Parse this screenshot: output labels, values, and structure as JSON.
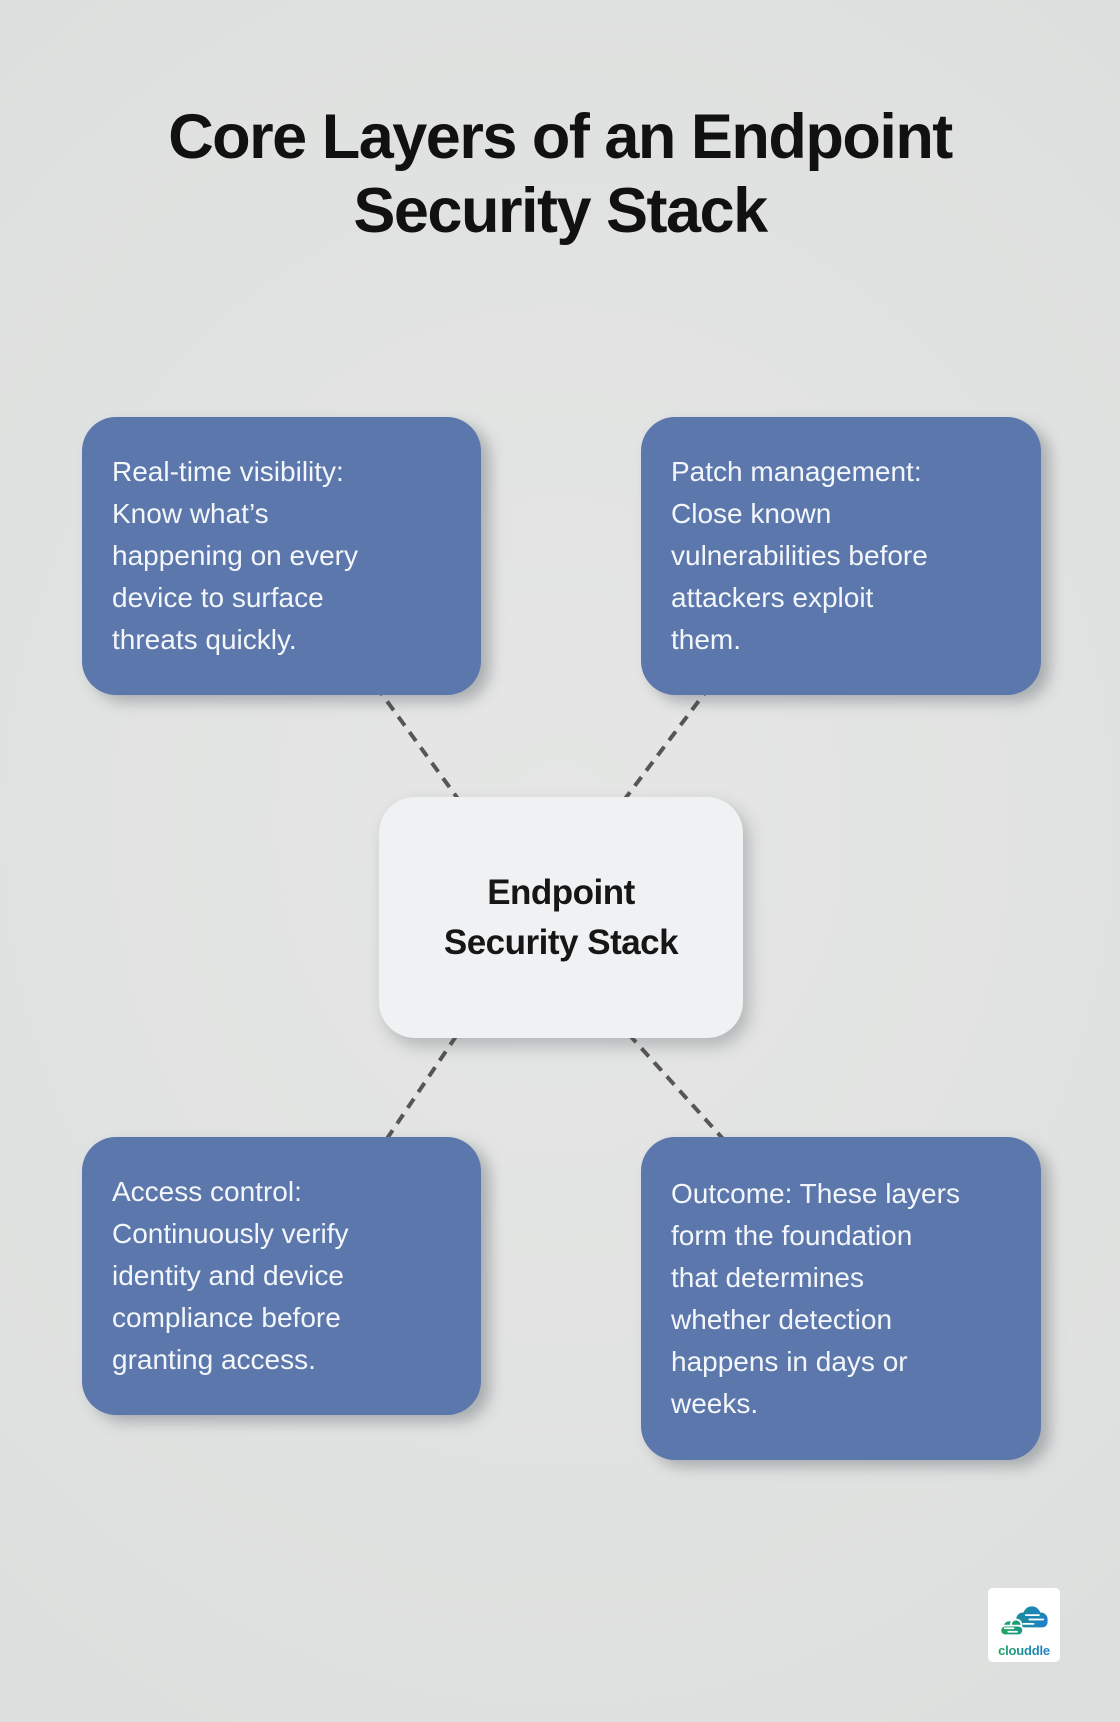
{
  "page": {
    "title_lines": [
      "Core Layers of an Endpoint",
      "Security Stack"
    ]
  },
  "center_node": {
    "label_lines": [
      "Endpoint",
      "Security Stack"
    ]
  },
  "nodes": {
    "top_left": {
      "topic": "real-time-visibility",
      "lines": [
        "Real-time visibility:",
        "Know what’s",
        "happening on every",
        "device to surface",
        "threats quickly."
      ]
    },
    "top_right": {
      "topic": "patch-management",
      "lines": [
        "Patch management:",
        "Close known",
        "vulnerabilities before",
        "attackers exploit",
        "them."
      ]
    },
    "bottom_left": {
      "topic": "access-control",
      "lines": [
        "Access control:",
        "Continuously verify",
        "identity and device",
        "compliance before",
        "granting access."
      ]
    },
    "bottom_right": {
      "topic": "outcome",
      "lines": [
        "Outcome: These layers",
        "form the foundation",
        "that determines",
        "whether detection",
        "happens in days or",
        "weeks."
      ]
    }
  },
  "logo": {
    "brand": "clouddle"
  },
  "colors": {
    "background": "#dfe1e0",
    "box_blue": "#5c77ab",
    "box_text": "#f3f6fa",
    "center_bg": "#f0f1f2",
    "center_text": "#161616",
    "title_text": "#111111",
    "dashed_line": "#565656",
    "logo_green": "#21a45f",
    "logo_blue": "#1f7fd0"
  }
}
